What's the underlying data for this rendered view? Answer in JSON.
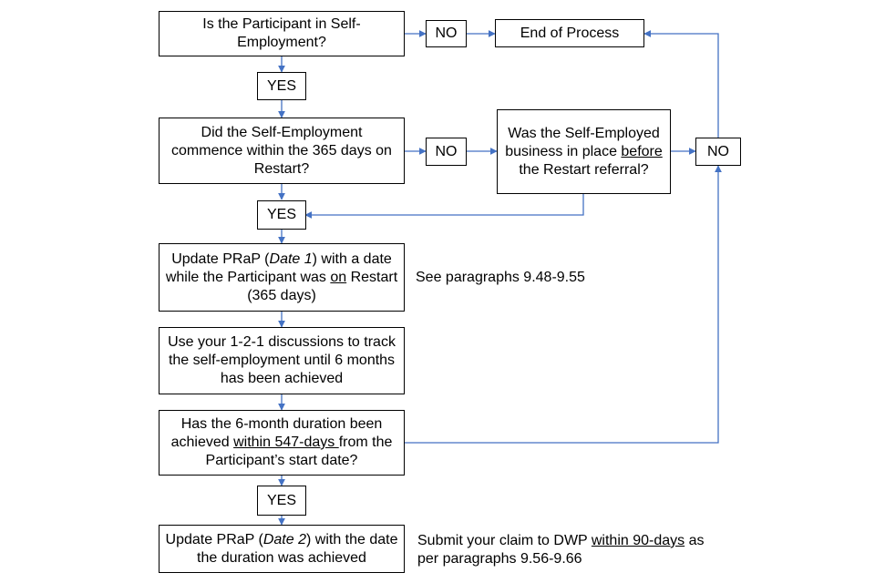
{
  "colors": {
    "connector": "#4472C4",
    "box_border": "#000000",
    "text": "#000000",
    "background": "#FFFFFF"
  },
  "flowchart": {
    "q_self_employment": "Is the Participant in Self-Employment?",
    "no_1": "NO",
    "end_of_process": "End of Process",
    "yes_1": "YES",
    "q_commence": "Did the Self-Employment commence within the 365 days on Restart?",
    "no_2": "NO",
    "q_business_in_place": {
      "t1": "Was the Self-Employed business in place ",
      "t2": "before",
      "t3": " the Restart referral?"
    },
    "no_3": "NO",
    "yes_2": "YES",
    "update_date1": {
      "t1": "Update PRaP (",
      "t2": "Date 1",
      "t3": ") with a date while the Participant was ",
      "t4": "on",
      "t5": " Restart (365 days)"
    },
    "note_paragraphs": "See paragraphs 9.48-9.55",
    "track_121": "Use your 1-2-1 discussions to track the self-employment until 6 months has been achieved",
    "q_duration": {
      "t1": "Has the 6-month duration been achieved ",
      "t2": "within 547-days ",
      "t3": "from the Participant’s start date?"
    },
    "yes_3": "YES",
    "update_date2": {
      "t1": "Update PRaP (",
      "t2": "Date 2",
      "t3": ") with the date the duration was achieved"
    },
    "note_submit": {
      "t1": "Submit your claim to DWP ",
      "t2": "within 90-days",
      "t3": " as per paragraphs 9.56-9.66"
    }
  }
}
